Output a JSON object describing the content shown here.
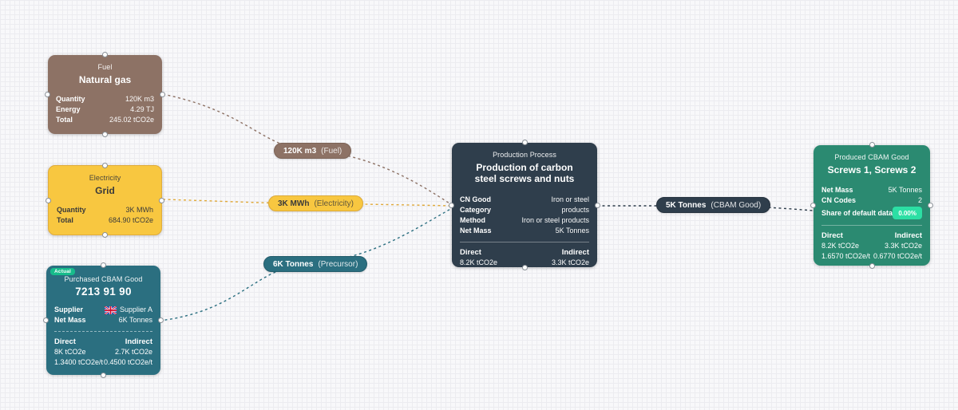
{
  "canvas": {
    "background": "#F8F8FA",
    "grid_line": "#ECECF0"
  },
  "colors": {
    "fuel_node": "#8D7265",
    "electricity_node": "#F8C740",
    "purchased_node": "#2B6F80",
    "process_node": "#2F3E4C",
    "produced_node": "#2B8A71",
    "actual_badge": "#17BC8B",
    "share_badge": "#2CDFA4",
    "electricity_edge": "#E0A939"
  },
  "nodes": {
    "fuel": {
      "type_label": "Fuel",
      "title": "Natural gas",
      "rows": [
        {
          "label": "Quantity",
          "value": "120K m3"
        },
        {
          "label": "Energy",
          "value": "4.29 TJ"
        },
        {
          "label": "Total",
          "value": "245.02 tCO2e"
        }
      ]
    },
    "electricity": {
      "type_label": "Electricity",
      "title": "Grid",
      "rows": [
        {
          "label": "Quantity",
          "value": "3K MWh"
        },
        {
          "label": "Total",
          "value": "684.90 tCO2e"
        }
      ]
    },
    "purchased": {
      "badge": "Actual",
      "type_label": "Purchased CBAM Good",
      "title": "7213 91 90",
      "rows": [
        {
          "label": "Supplier",
          "value": "Supplier A",
          "icon": "uk-flag"
        },
        {
          "label": "Net Mass",
          "value": "6K Tonnes"
        }
      ],
      "emissions": {
        "direct_label": "Direct",
        "indirect_label": "Indirect",
        "direct_total": "8K tCO2e",
        "indirect_total": "2.7K tCO2e",
        "direct_intensity": "1.3400 tCO2e/t",
        "indirect_intensity": "0.4500 tCO2e/t"
      }
    },
    "process": {
      "type_label": "Production Process",
      "title": "Production of carbon steel screws and nuts",
      "rows": [
        {
          "label": "CN Good Category",
          "value": "Iron or steel products"
        },
        {
          "label": "Method",
          "value": "Iron or steel products"
        },
        {
          "label": "Net Mass",
          "value": "5K Tonnes"
        }
      ],
      "emissions": {
        "direct_label": "Direct",
        "indirect_label": "Indirect",
        "direct_total": "8.2K tCO2e",
        "indirect_total": "3.3K tCO2e"
      }
    },
    "produced": {
      "type_label": "Produced CBAM Good",
      "title": "Screws 1, Screws 2",
      "rows": [
        {
          "label": "Net Mass",
          "value": "5K Tonnes"
        },
        {
          "label": "CN Codes",
          "value": "2"
        },
        {
          "label": "Share of default data",
          "value": "0.00%"
        }
      ],
      "emissions": {
        "direct_label": "Direct",
        "indirect_label": "Indirect",
        "direct_total": "8.2K tCO2e",
        "indirect_total": "3.3K tCO2e",
        "direct_intensity": "1.6570 tCO2e/t",
        "indirect_intensity": "0.6770 tCO2e/t"
      }
    }
  },
  "edges": {
    "fuel": {
      "value": "120K m3",
      "kind": "(Fuel)"
    },
    "electricity": {
      "value": "3K MWh",
      "kind": "(Electricity)"
    },
    "precursor": {
      "value": "6K Tonnes",
      "kind": "(Precursor)"
    },
    "cbam_good": {
      "value": "5K Tonnes",
      "kind": "(CBAM Good)"
    }
  }
}
